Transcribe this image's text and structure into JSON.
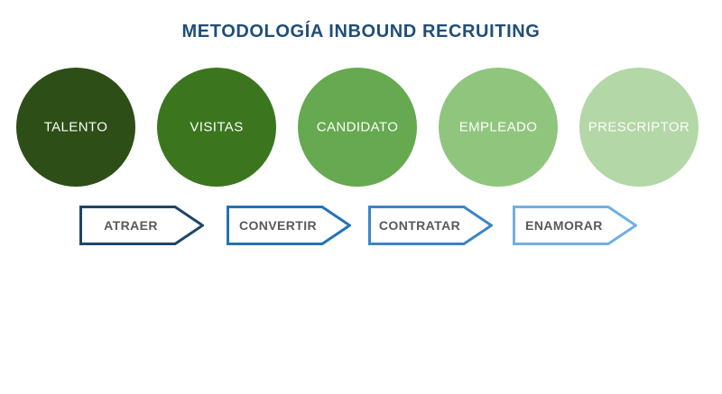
{
  "title": {
    "text": "METODOLOGÍA INBOUND RECRUITING",
    "color": "#1f4e79"
  },
  "stages": [
    {
      "label": "TALENTO",
      "color": "#2d4e17"
    },
    {
      "label": "VISITAS",
      "color": "#3b761f"
    },
    {
      "label": "CANDIDATO",
      "color": "#66a950"
    },
    {
      "label": "EMPLEADO",
      "color": "#90c57e"
    },
    {
      "label": "PRESCRIPTOR",
      "color": "#b3d7a6"
    }
  ],
  "stage_label_color": "#ffffff",
  "arrows": [
    {
      "label": "ATRAER",
      "color": "#1f4568"
    },
    {
      "label": "CONVERTIR",
      "color": "#2272b8"
    },
    {
      "label": "CONTRATAR",
      "color": "#3c84c6"
    },
    {
      "label": "ENAMORAR",
      "color": "#6fb0e3"
    }
  ],
  "arrow_label_color": "#595959",
  "background_color": "#ffffff"
}
